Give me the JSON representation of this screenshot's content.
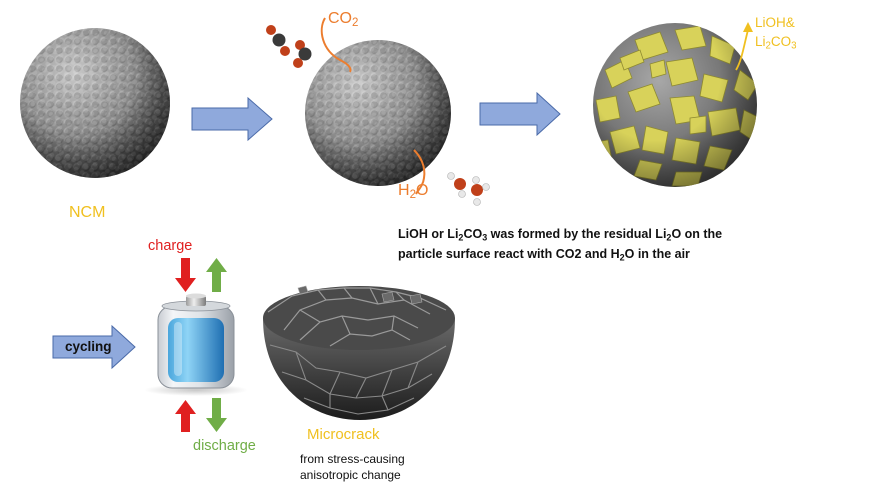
{
  "labels": {
    "ncm": "NCM",
    "co2": "CO",
    "co2_sub": "2",
    "h2o_h": "H",
    "h2o_sub": "2",
    "h2o_o": "O",
    "lioh_line1": "LiOH&",
    "lioh_line2_a": "Li",
    "lioh_line2_sub1": "2",
    "lioh_line2_b": "CO",
    "lioh_line2_sub2": "3",
    "charge": "charge",
    "discharge": "discharge",
    "cycling": "cycling",
    "microcrack": "Microcrack"
  },
  "caption": {
    "p1": "LiOH or Li",
    "s1": "2",
    "p2": "CO",
    "s2": "3",
    "p3": " was formed by  the residual Li",
    "s3": "2",
    "p4": "O on the",
    "line2_a": "particle surface react with CO2 and H",
    "line2_sub": "2",
    "line2_b": "O in the air"
  },
  "crack_caption": {
    "line1": "from stress-causing",
    "line2": "anisotropic change"
  },
  "colors": {
    "label_yellow": "#f0c020",
    "label_orange": "#ec7d2e",
    "arrow_blue": "#8fa9dc",
    "charge_red": "#e02020",
    "discharge_green": "#70ad47",
    "particle_gray": "#8a8a8a",
    "coating_yellow": "#d8d25a"
  }
}
